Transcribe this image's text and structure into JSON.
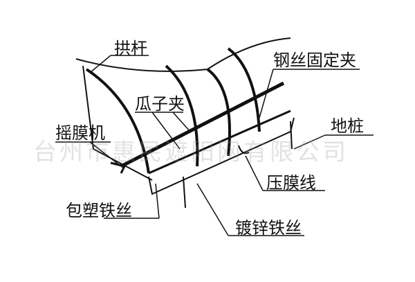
{
  "labels": {
    "arch_pole": "拱杆",
    "wire_clip": "钢丝固定夹",
    "melon_clip": "瓜子夹",
    "ground_stake": "地桩",
    "film_roller": "摇膜机",
    "film_press_line": "压膜线",
    "coated_wire": "包塑铁丝",
    "galvanized_wire": "镀锌铁丝"
  },
  "watermark": "台州市惠民遮阳网有限公司"
}
